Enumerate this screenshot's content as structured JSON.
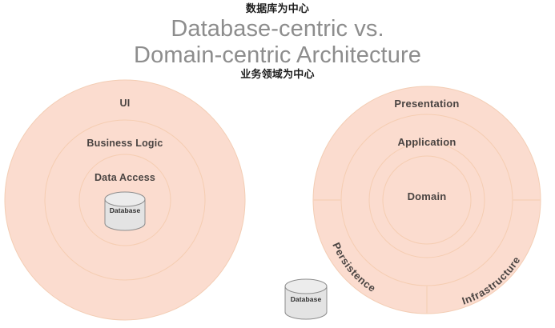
{
  "title": {
    "line1": "Database-centric vs.",
    "line2": "Domain-centric Architecture",
    "annotation_top": "数据库为中心",
    "annotation_bottom": "业务领域为中心",
    "color": "#8d8d8d",
    "annotation_color": "#1d1d1d"
  },
  "colors": {
    "ring_fill": "#fbdccf",
    "ring_stroke": "#f3cdb4",
    "label_text": "#4a4442",
    "cylinder_fill": "#e3e3e3",
    "cylinder_stroke": "#8d8d8d",
    "background": "#ffffff"
  },
  "left_diagram": {
    "name": "database-centric",
    "rings": [
      {
        "label": "UI",
        "order": 1
      },
      {
        "label": "Business Logic",
        "order": 2
      },
      {
        "label": "Data Access",
        "order": 3
      }
    ],
    "center_element": {
      "label": "Database",
      "shape": "cylinder"
    }
  },
  "right_diagram": {
    "name": "domain-centric",
    "rings": [
      {
        "label": "Presentation",
        "order": 1
      },
      {
        "label": "Application",
        "order": 2
      },
      {
        "label": "Domain",
        "order": 3
      }
    ],
    "outer_segments": [
      {
        "label": "Persistence",
        "position": "bottom-left"
      },
      {
        "label": "Infrastructure",
        "position": "bottom-right"
      }
    ]
  },
  "external_element": {
    "label": "Database",
    "shape": "cylinder"
  }
}
